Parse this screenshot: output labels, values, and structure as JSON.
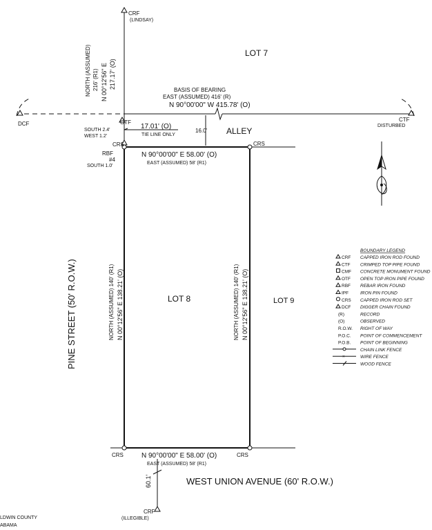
{
  "lots": {
    "lot7": "LOT 7",
    "lot8": "LOT 8",
    "lot9": "LOT 9",
    "alley": "ALLEY"
  },
  "streets": {
    "pine": "PINE STREET (50' R.O.W.)",
    "west_union": "WEST UNION AVENUE (60' R.O.W.)"
  },
  "monuments": {
    "crf_top": "CRF",
    "crf_top_note": "(LINDSAY)",
    "dcf": "DCF",
    "ctf": "CTF",
    "ctf_note": "DISTURBED",
    "otf": "OTF",
    "otf_offset_south": "SOUTH 2.4'",
    "otf_offset_west": "WEST 1.2'",
    "rbf": "RBF",
    "rbf_num": "#4",
    "rbf_offset": "SOUTH 1.0'",
    "crs_nw": "CRS",
    "crs_ne": "CRS",
    "crs_sw": "CRS",
    "crs_se": "CRS",
    "crf_bottom": "CRF",
    "crf_bottom_note": "(ILLEGIBLE)"
  },
  "calls": {
    "top_vertical_1": "NORTH (ASSUMED)",
    "top_vertical_2": "216' (R1)",
    "top_vertical_3": "N 00°12'56\" E",
    "top_vertical_4": "217.17' (O)",
    "basis_1": "BASIS OF BEARING",
    "basis_2": "EAST (ASSUMED)  416' (R)",
    "basis_3": "N 90°00'00\" W     415.78' (O)",
    "tie_dist": "17.01' (O)",
    "tie_note": "TIE LINE ONLY",
    "alley_width": "16.0'",
    "north_line_1": "N 90°00'00\" E    58.00' (O)",
    "north_line_2": "EAST (ASSUMED)   58' (R1)",
    "west_line_1": "NORTH (ASSUMED)  140' (R1)",
    "west_line_2": "N 00°12'56\" E    138.21' (O)",
    "east_line_1": "NORTH (ASSUMED)  140' (R1)",
    "east_line_2": "N 00°12'56\" E    138.21' (O)",
    "south_line_1": "N 90°00'00\" E    58.00' (O)",
    "south_line_2": "EAST (ASSUMED)   58' (R1)",
    "bottom_tie": "60.1'"
  },
  "legend": {
    "title": "BOUNDARY LEGEND",
    "items": [
      {
        "code": "CRF",
        "desc": "CAPPED IRON ROD FOUND",
        "icon": "triangle-icon"
      },
      {
        "code": "CTF",
        "desc": "CRIMPED TOP PIPE FOUND",
        "icon": "triangle-icon"
      },
      {
        "code": "CMF",
        "desc": "CONCRETE MONUMENT FOUND",
        "icon": "square-icon"
      },
      {
        "code": "OTF",
        "desc": "OPEN TOP IRON PIPE FOUND",
        "icon": "triangle-icon"
      },
      {
        "code": "RBF",
        "desc": "REBAR IRON FOUND",
        "icon": "triangle-icon"
      },
      {
        "code": "IPF",
        "desc": "IRON PIN FOUND",
        "icon": "triangle-icon"
      },
      {
        "code": "CRS",
        "desc": "CAPPED IRON ROD SET",
        "icon": "circle-icon"
      },
      {
        "code": "DCF",
        "desc": "DIGGER CHAIN FOUND",
        "icon": "triangle-icon"
      },
      {
        "code": "(R)",
        "desc": "RECORD",
        "icon": ""
      },
      {
        "code": "(O)",
        "desc": "OBSERVED",
        "icon": ""
      },
      {
        "code": "R.O.W.",
        "desc": "RIGHT OF WAY",
        "icon": ""
      },
      {
        "code": "P.O.C.",
        "desc": "POINT OF COMMENCEMENT",
        "icon": ""
      },
      {
        "code": "P.O.B.",
        "desc": "POINT OF BEGINNING",
        "icon": ""
      }
    ],
    "fences": [
      {
        "desc": "CHAIN LINK FENCE",
        "icon": "chain-link-fence-icon"
      },
      {
        "desc": "WIRE FENCE",
        "icon": "wire-fence-icon"
      },
      {
        "desc": "WOOD FENCE",
        "icon": "wood-fence-icon"
      }
    ]
  },
  "footer": {
    "county": "LDWIN COUNTY",
    "state": "ABAMA"
  },
  "colors": {
    "ink": "#111111",
    "paper": "#ffffff"
  }
}
